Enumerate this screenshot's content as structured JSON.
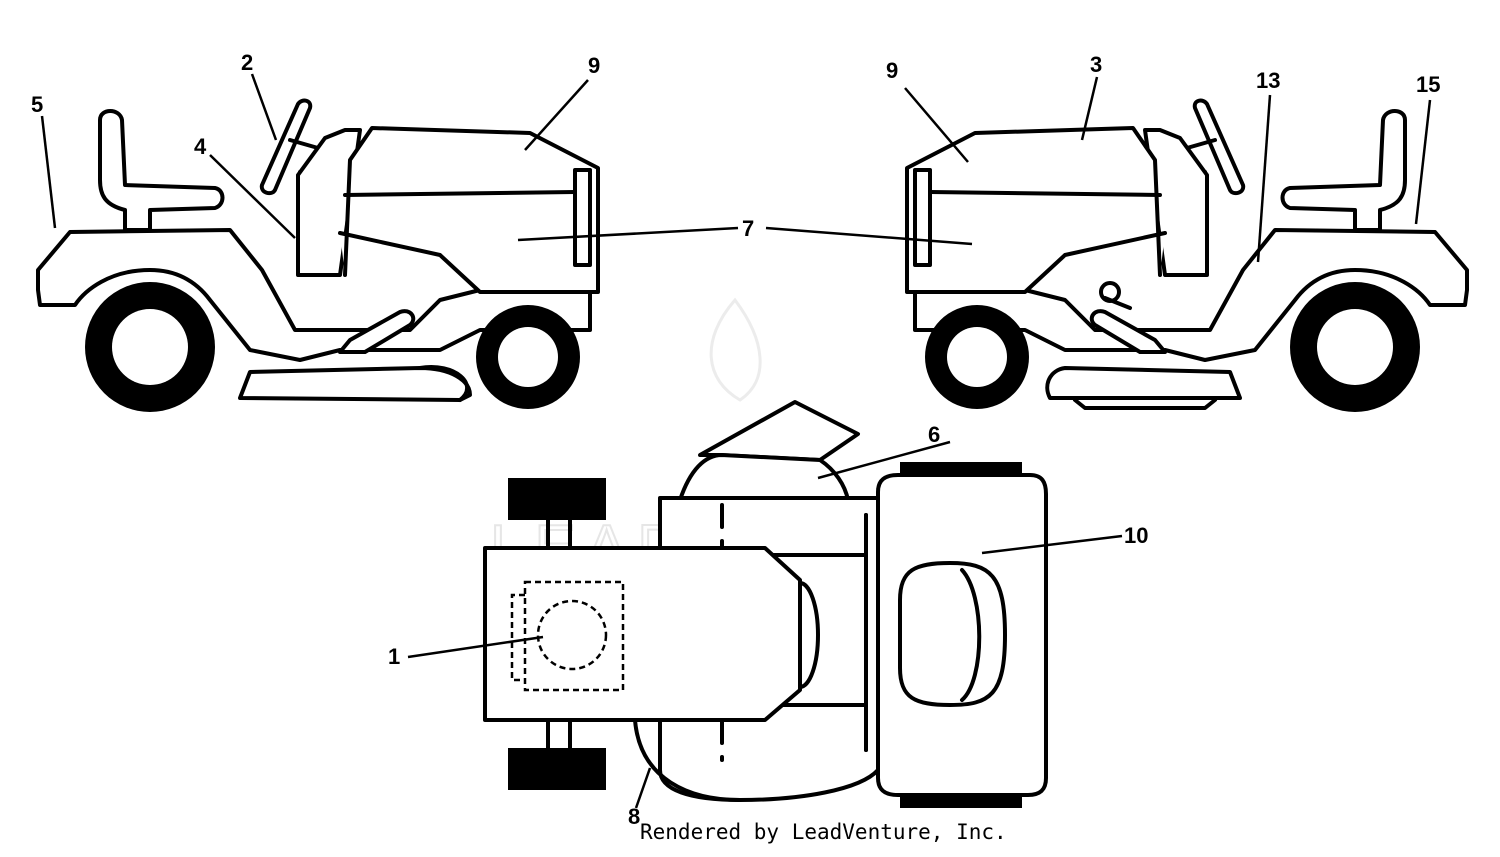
{
  "diagram": {
    "callouts": [
      {
        "id": "c1",
        "label": "1"
      },
      {
        "id": "c2",
        "label": "2"
      },
      {
        "id": "c3",
        "label": "3"
      },
      {
        "id": "c4",
        "label": "4"
      },
      {
        "id": "c5",
        "label": "5"
      },
      {
        "id": "c6",
        "label": "6"
      },
      {
        "id": "c7",
        "label": "7"
      },
      {
        "id": "c8",
        "label": "8"
      },
      {
        "id": "c9a",
        "label": "9"
      },
      {
        "id": "c9b",
        "label": "9"
      },
      {
        "id": "c10",
        "label": "10"
      },
      {
        "id": "c13",
        "label": "13"
      },
      {
        "id": "c15",
        "label": "15"
      }
    ],
    "credit": "Rendered by LeadVenture, Inc.",
    "watermark": "LEADVENTURE"
  }
}
